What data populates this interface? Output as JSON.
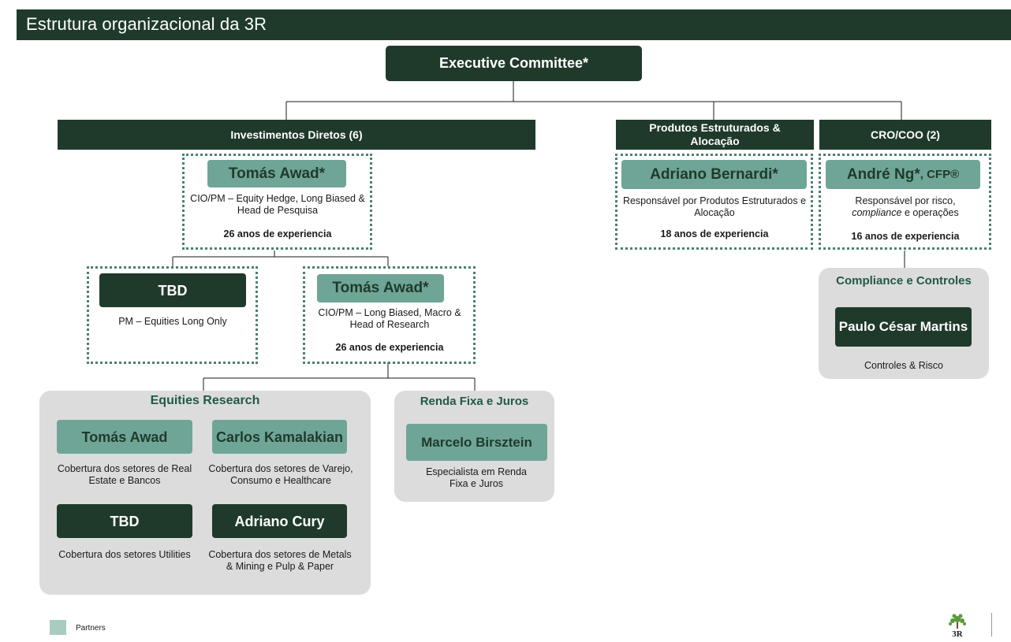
{
  "title": "Estrutura organizacional da 3R",
  "executive_committee": "Executive Committee*",
  "sections": {
    "investimentos": "Investimentos Diretos (6)",
    "produtos": "Produtos Estruturados & Alocação",
    "cro": "CRO/COO (2)"
  },
  "people": {
    "tomas_top": {
      "name": "Tomás Awad*",
      "role": "CIO/PM – Equity Hedge,   Long Biased & Head de Pesquisa",
      "experience": "26 anos de experiencia"
    },
    "adriano_bernardi": {
      "name": "Adriano Bernardi*",
      "role": "Responsável por Produtos Estruturados e Alocação",
      "experience": "18 anos de experiencia"
    },
    "andre_ng": {
      "name_main": "André Ng*",
      "name_suffix": ", CFP®",
      "role_line1": "Responsável por risco,",
      "role_italic": "compliance",
      "role_line2_rest": " e operações",
      "experience": "16 anos de experiencia"
    },
    "tbd_pm": {
      "name": "TBD",
      "role": "PM – Equities Long Only"
    },
    "tomas_mid": {
      "name": "Tomás Awad*",
      "role": "CIO/PM – Long Biased, Macro & Head of Research",
      "experience": "26 anos de experiencia"
    }
  },
  "compliance": {
    "title": "Compliance e Controles",
    "name": "Paulo César Martins",
    "role": "Controles & Risco"
  },
  "equities_research": {
    "title": "Equities Research",
    "members": [
      {
        "name": "Tomás Awad",
        "coverage": "Cobertura dos setores de Real Estate e Bancos"
      },
      {
        "name": "Carlos Kamalakian",
        "coverage": "Cobertura dos setores de Varejo, Consumo e Healthcare"
      },
      {
        "name": "TBD",
        "coverage": "Cobertura dos setores Utilities"
      },
      {
        "name": "Adriano Cury",
        "coverage": "Cobertura dos setores de Metals & Mining e Pulp & Paper"
      }
    ]
  },
  "renda_fixa": {
    "title": "Renda Fixa e Juros",
    "name": "Marcelo Birsztein",
    "role": "Especialista em Renda Fixa e Juros"
  },
  "legend": {
    "label": "Partners",
    "color": "#a9cbc0"
  },
  "colors": {
    "dark_green": "#1f3a2b",
    "teal": "#6fa596",
    "grey_panel": "#dcdcdc"
  },
  "logo_text": "3R"
}
